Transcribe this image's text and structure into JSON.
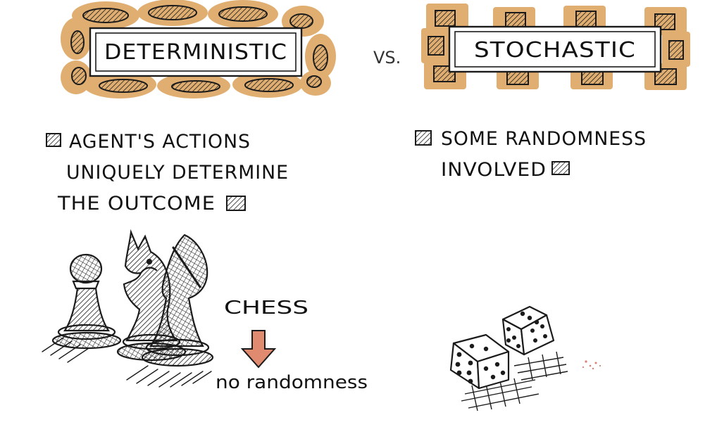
{
  "left": {
    "title": "DETERMINISTIC",
    "description_lines": [
      "AGENT'S ACTIONS",
      "UNIQUELY DETERMINE",
      "THE OUTCOME"
    ],
    "example": "CHESS",
    "result": "no randomness"
  },
  "vs_label": "VS.",
  "right": {
    "title": "STOCHASTIC",
    "description_lines": [
      "SOME RANDOMNESS",
      "INVOLVED"
    ]
  },
  "colors": {
    "watercolor": "#d99a4e",
    "watercolor_light": "#ecc38c",
    "ink": "#1b1b1b",
    "arrow": "#e08a70",
    "speck": "#c94a3a"
  },
  "icons": {
    "bullet": "hatched-square-icon",
    "chess": "chess-pieces-icon",
    "dice": "dice-icon",
    "arrow": "arrow-down-icon"
  }
}
